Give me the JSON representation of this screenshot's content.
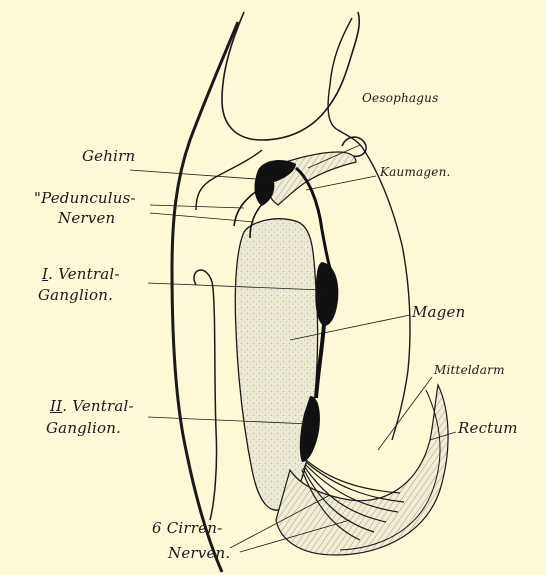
{
  "labels": {
    "oesophagus": "Oesophagus",
    "gehirn": "Gehirn",
    "kaumagen": "Kaumagen.",
    "pedunculus_line1": "\"Pedunculus-",
    "pedunculus_line2": "Nerven",
    "ventral1_line1_numeral": "I",
    "ventral1_line1_rest": ". Ventral-",
    "ventral1_line2": "Ganglion.",
    "magen": "Magen",
    "mitteldarm": "Mitteldarm",
    "ventral2_line1_numeral": "II",
    "ventral2_line1_rest": ". Ventral-",
    "ventral2_line2": "Ganglion.",
    "rectum": "Rectum",
    "cirren_line1": "6 Cirren-",
    "cirren_line2": "Nerven."
  },
  "colors": {
    "paper": "#fdf8d6",
    "ink": "#1a1a1a",
    "stipple": "#d9d6c4"
  }
}
